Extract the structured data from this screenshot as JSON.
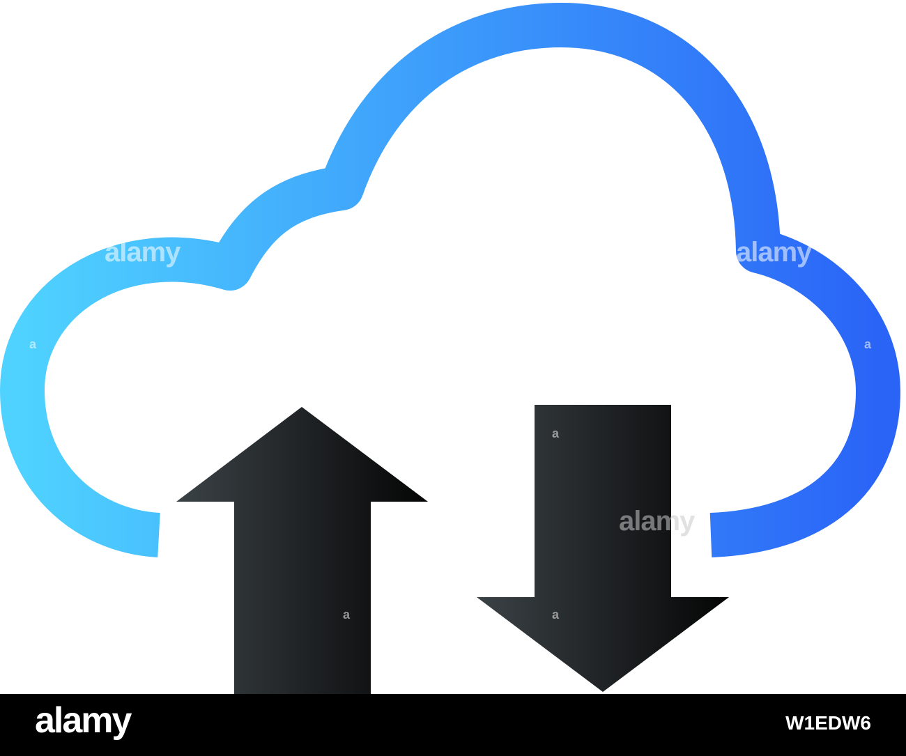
{
  "watermark": {
    "text": "alamy",
    "small_text": "a"
  },
  "footer": {
    "logo": "alamy",
    "image_id": "W1EDW6"
  },
  "colors": {
    "cloud_gradient_start": "#4fd2ff",
    "cloud_gradient_end": "#2a64f7",
    "arrow_gradient_start": "#3b4246",
    "arrow_gradient_end": "#000000",
    "footer_bg": "#000000"
  },
  "icons": [
    "cloud-icon",
    "upload-arrow-icon",
    "download-arrow-icon"
  ]
}
